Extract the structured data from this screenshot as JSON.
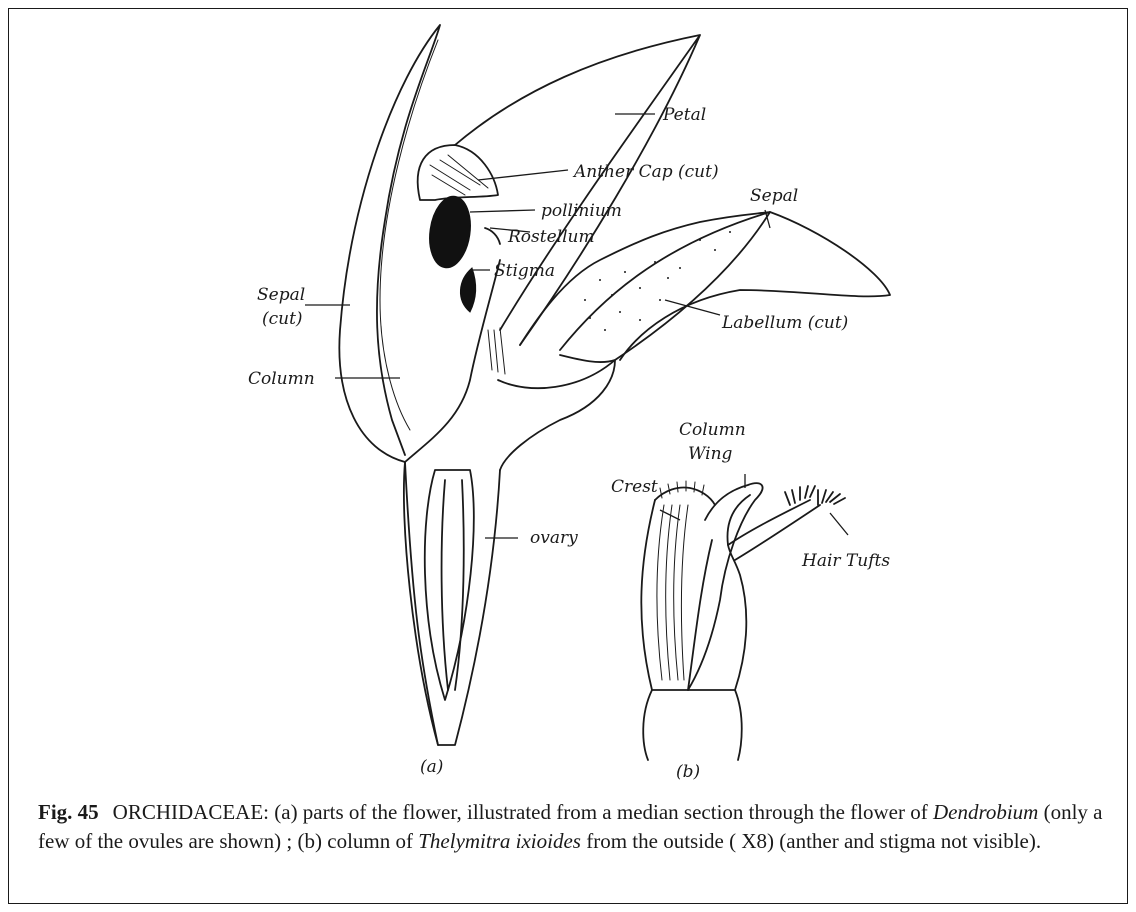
{
  "figure_a": {
    "labels": {
      "petal": "Petal",
      "anther_cap": "Anther Cap (cut)",
      "pollinium": "pollinium",
      "rostellum": "Rostellum",
      "stigma": "Stigma",
      "sepal_top": "Sepal",
      "sepal_cut_line1": "Sepal",
      "sepal_cut_line2": "(cut)",
      "labellum": "Labellum (cut)",
      "column": "Column",
      "ovary": "ovary"
    },
    "panel_label": "(a)"
  },
  "figure_b": {
    "labels": {
      "column_wing_line1": "Column",
      "column_wing_line2": "Wing",
      "crest": "Crest",
      "hair_tufts": "Hair Tufts"
    },
    "panel_label": "(b)"
  },
  "caption": {
    "fig_number": "Fig. 45",
    "family": "ORCHIDACEAE: (a) parts of the flower, illustrated from a median section through the flower of ",
    "genus_a": "Dendrobium",
    "middle": " (only a few of the ovules are shown) ; (b) column of ",
    "species_b": "Thelymitra ixioides",
    "tail": " from the outside ( X8) (anther and stigma not visible)."
  }
}
